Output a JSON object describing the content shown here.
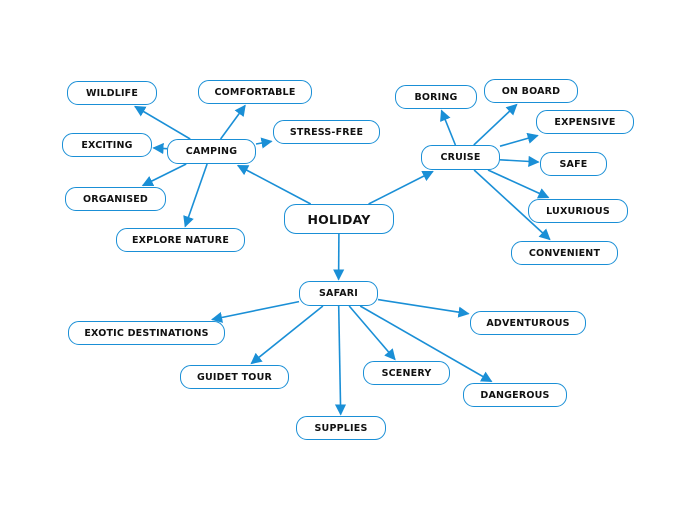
{
  "map": {
    "accent_color": "#1a8fd6",
    "root": {
      "id": "holiday",
      "label": "HOLIDAY"
    },
    "nodes": {
      "camping": "CAMPING",
      "cruise": "CRUISE",
      "safari": "SAFARI",
      "wildlife": "WILDLIFE",
      "comfortable": "COMFORTABLE",
      "exciting": "EXCITING",
      "stress_free": "STRESS-FREE",
      "organised": "ORGANISED",
      "explore_nature": "EXPLORE NATURE",
      "boring": "BORING",
      "on_board": "ON BOARD",
      "expensive": "EXPENSIVE",
      "safe": "SAFE",
      "luxurious": "LUXURIOUS",
      "convenient": "CONVENIENT",
      "exotic_destinations": "EXOTIC DESTINATIONS",
      "adventurous": "ADVENTUROUS",
      "guidet_tour": "GUIDET TOUR",
      "scenery": "SCENERY",
      "dangerous": "DANGEROUS",
      "supplies": "SUPPLIES"
    },
    "connections": [
      {
        "from": "holiday",
        "to": "camping"
      },
      {
        "from": "holiday",
        "to": "cruise"
      },
      {
        "from": "holiday",
        "to": "safari"
      },
      {
        "from": "camping",
        "to": "wildlife"
      },
      {
        "from": "camping",
        "to": "comfortable"
      },
      {
        "from": "camping",
        "to": "exciting"
      },
      {
        "from": "camping",
        "to": "stress_free"
      },
      {
        "from": "camping",
        "to": "organised"
      },
      {
        "from": "camping",
        "to": "explore_nature"
      },
      {
        "from": "cruise",
        "to": "boring"
      },
      {
        "from": "cruise",
        "to": "on_board"
      },
      {
        "from": "cruise",
        "to": "expensive"
      },
      {
        "from": "cruise",
        "to": "safe"
      },
      {
        "from": "cruise",
        "to": "luxurious"
      },
      {
        "from": "cruise",
        "to": "convenient"
      },
      {
        "from": "safari",
        "to": "exotic_destinations"
      },
      {
        "from": "safari",
        "to": "adventurous"
      },
      {
        "from": "safari",
        "to": "guidet_tour"
      },
      {
        "from": "safari",
        "to": "scenery"
      },
      {
        "from": "safari",
        "to": "dangerous"
      },
      {
        "from": "safari",
        "to": "supplies"
      }
    ]
  }
}
